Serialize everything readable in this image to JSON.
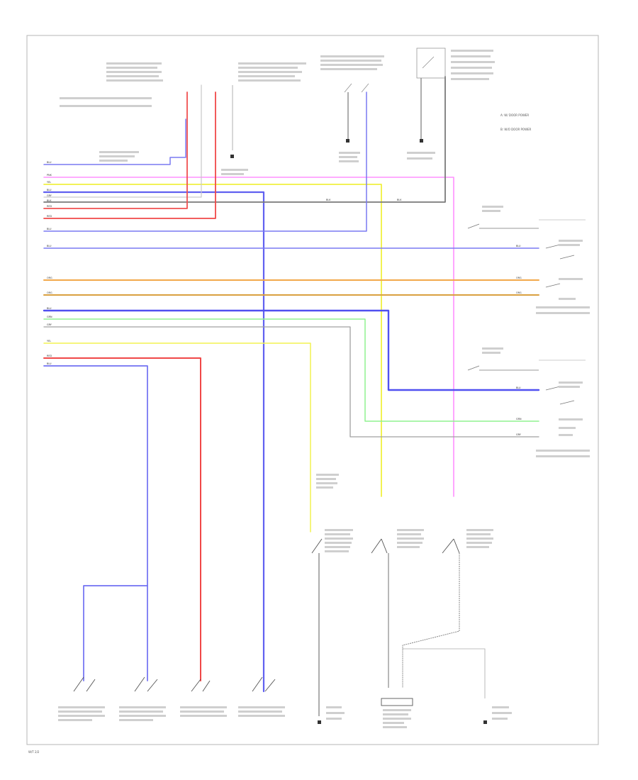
{
  "legend": {
    "item_a": "A: W/ DOOR POWER",
    "item_b": "B: W/O DOOR POWER"
  },
  "wire_codes": {
    "blu": "BLU",
    "pnk": "PNK",
    "yel": "YEL",
    "blk": "BLK",
    "red": "RED",
    "org": "ORG",
    "grn": "GRN",
    "gry": "GRY"
  },
  "footer": {
    "code": "W/T 2/2"
  },
  "colors": {
    "blue": "#6b6bf2",
    "pink": "#ff8aff",
    "yellow": "#f2f23c",
    "black": "#8a8a8a",
    "red": "#f24a4a",
    "orange": "#f2a04a",
    "tan": "#d9a040",
    "green": "#8cf28c",
    "gray": "#9a9a9a",
    "frame": "#b0b0b0"
  }
}
